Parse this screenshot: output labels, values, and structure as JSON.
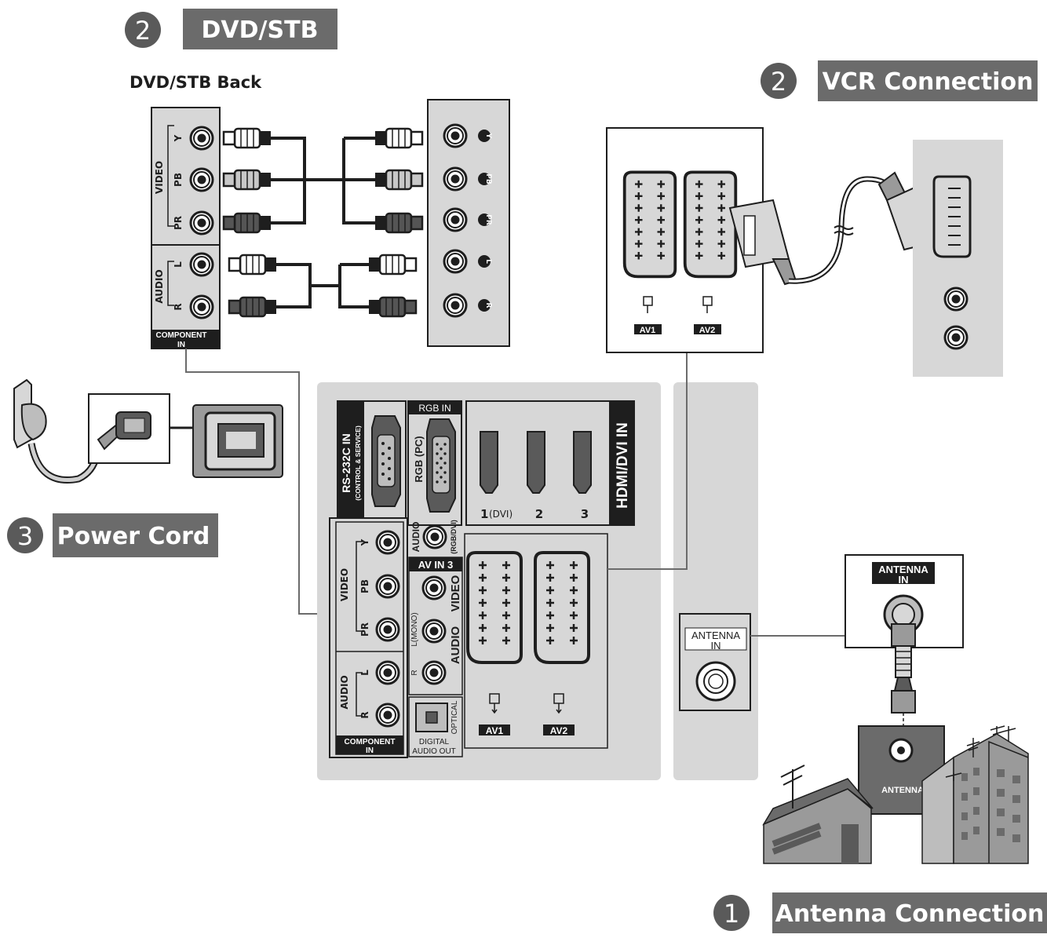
{
  "sections": {
    "dvd": {
      "number": "2",
      "title": "DVD/STB"
    },
    "vcr": {
      "number": "2",
      "title": "VCR Connection"
    },
    "power": {
      "number": "3",
      "title": "Power Cord"
    },
    "antenna": {
      "number": "1",
      "title": "Antenna Connection"
    }
  },
  "dvd_back": {
    "caption": "DVD/STB Back",
    "video_label": "VIDEO",
    "audio_label": "AUDIO",
    "component_in_line1": "COMPONENT",
    "component_in_line2": "IN",
    "jacks": [
      "Y",
      "PB",
      "PR",
      "L",
      "R"
    ]
  },
  "tv_panel": {
    "rs232_line1": "RS-232C IN",
    "rs232_line2": "(CONTROL & SERVICE)",
    "rgb_in": "RGB IN",
    "rgb_pc": "RGB (PC)",
    "audio_rgb": "AUDIO",
    "audio_rgb_sub": "(RGB/DVI)",
    "hdmi_title": "HDMI/DVI IN",
    "hdmi_ports": [
      {
        "num": "1",
        "sub": "(DVI)"
      },
      {
        "num": "2",
        "sub": ""
      },
      {
        "num": "3",
        "sub": ""
      }
    ],
    "component_video": "VIDEO",
    "component_audio": "AUDIO",
    "component_jacks": [
      "Y",
      "PB",
      "PR",
      "L",
      "R"
    ],
    "component_in_line1": "COMPONENT",
    "component_in_line2": "IN",
    "av_in3": "AV IN 3",
    "av_in3_video": "VIDEO",
    "av_in3_audio": "AUDIO",
    "av_in3_lmono": "L(MONO)",
    "av_in3_r": "R",
    "optical": "OPTICAL",
    "digital_audio_out_line1": "DIGITAL",
    "digital_audio_out_line2": "AUDIO OUT",
    "scart_labels": [
      "AV1",
      "AV2"
    ]
  },
  "vcr_box": {
    "scart_labels": [
      "AV1",
      "AV2"
    ]
  },
  "antenna_panel": {
    "line1": "ANTENNA",
    "line2": "IN"
  },
  "antenna_plug": {
    "line1": "ANTENNA",
    "line2": "IN"
  },
  "wall_plate": {
    "label": "ANTENNA"
  },
  "colors": {
    "header_bg": "#6b6b6b",
    "panel_bg": "#d7d7d7",
    "dark": "#1e1e1e",
    "badge_bg": "#5a5a5a",
    "mid_gray": "#9a9a9a"
  }
}
